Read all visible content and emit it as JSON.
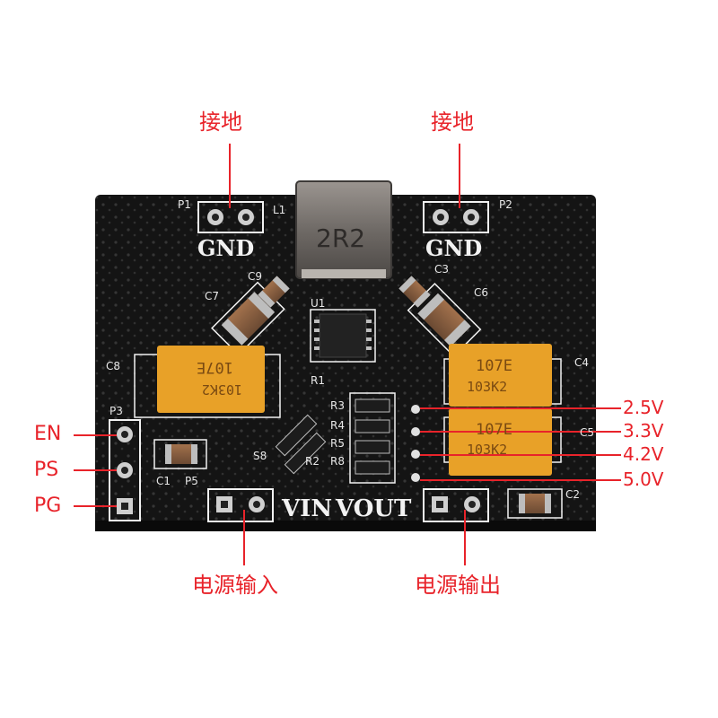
{
  "callouts": {
    "gnd_left": "接地",
    "gnd_right": "接地",
    "en": "EN",
    "ps": "PS",
    "pg": "PG",
    "vin_label": "电源输入",
    "vout_label": "电源输出",
    "v25": "2.5V",
    "v33": "3.3V",
    "v42": "4.2V",
    "v50": "5.0V"
  },
  "silkscreen": {
    "gnd_left": "GND",
    "gnd_right": "GND",
    "vin": "VIN",
    "vout": "VOUT",
    "inductor": "2R2",
    "refs": [
      "P1",
      "L1",
      "P2",
      "C9",
      "C3",
      "C7",
      "C6",
      "U1",
      "C8",
      "C4",
      "R1",
      "R3",
      "R4",
      "R5",
      "R8",
      "R2",
      "C5",
      "P3",
      "C1",
      "P5",
      "S8",
      "C2"
    ]
  },
  "capacitors": {
    "cap_line1": "107E",
    "cap_line2": "103K2"
  },
  "colors": {
    "pcb": "#141414",
    "tantalum": "#e8a128",
    "callout_red": "#e8232a",
    "silk": "#f2f2f2"
  }
}
